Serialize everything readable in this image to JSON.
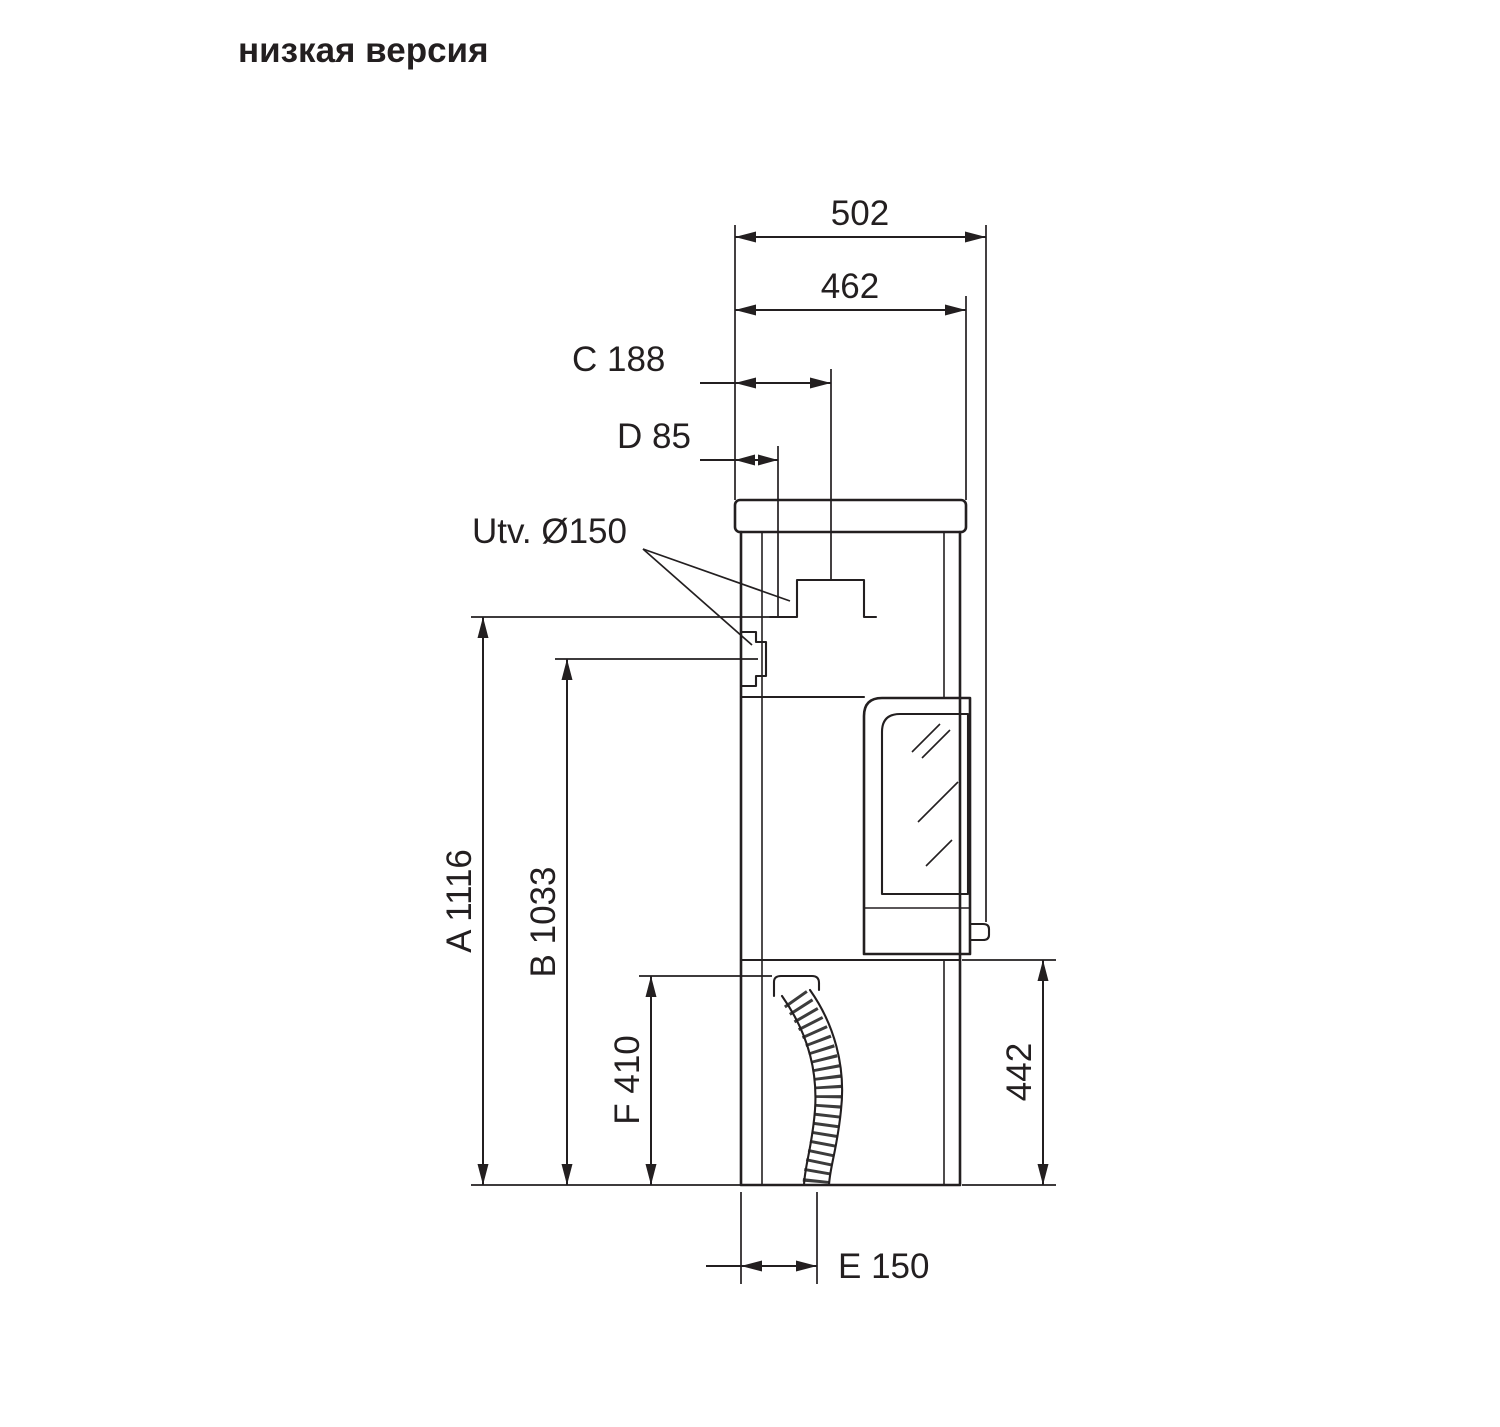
{
  "title": "низкая версия",
  "dims": {
    "top_depth": "502",
    "body_depth": "462",
    "c": "C 188",
    "d": "D 85",
    "flue": "Utv. Ø150",
    "a": "A 1116",
    "b": "B 1033",
    "f": "F 410",
    "right_height": "442",
    "e": "E 150"
  },
  "colors": {
    "line": "#231f20",
    "title": "#58595b"
  }
}
